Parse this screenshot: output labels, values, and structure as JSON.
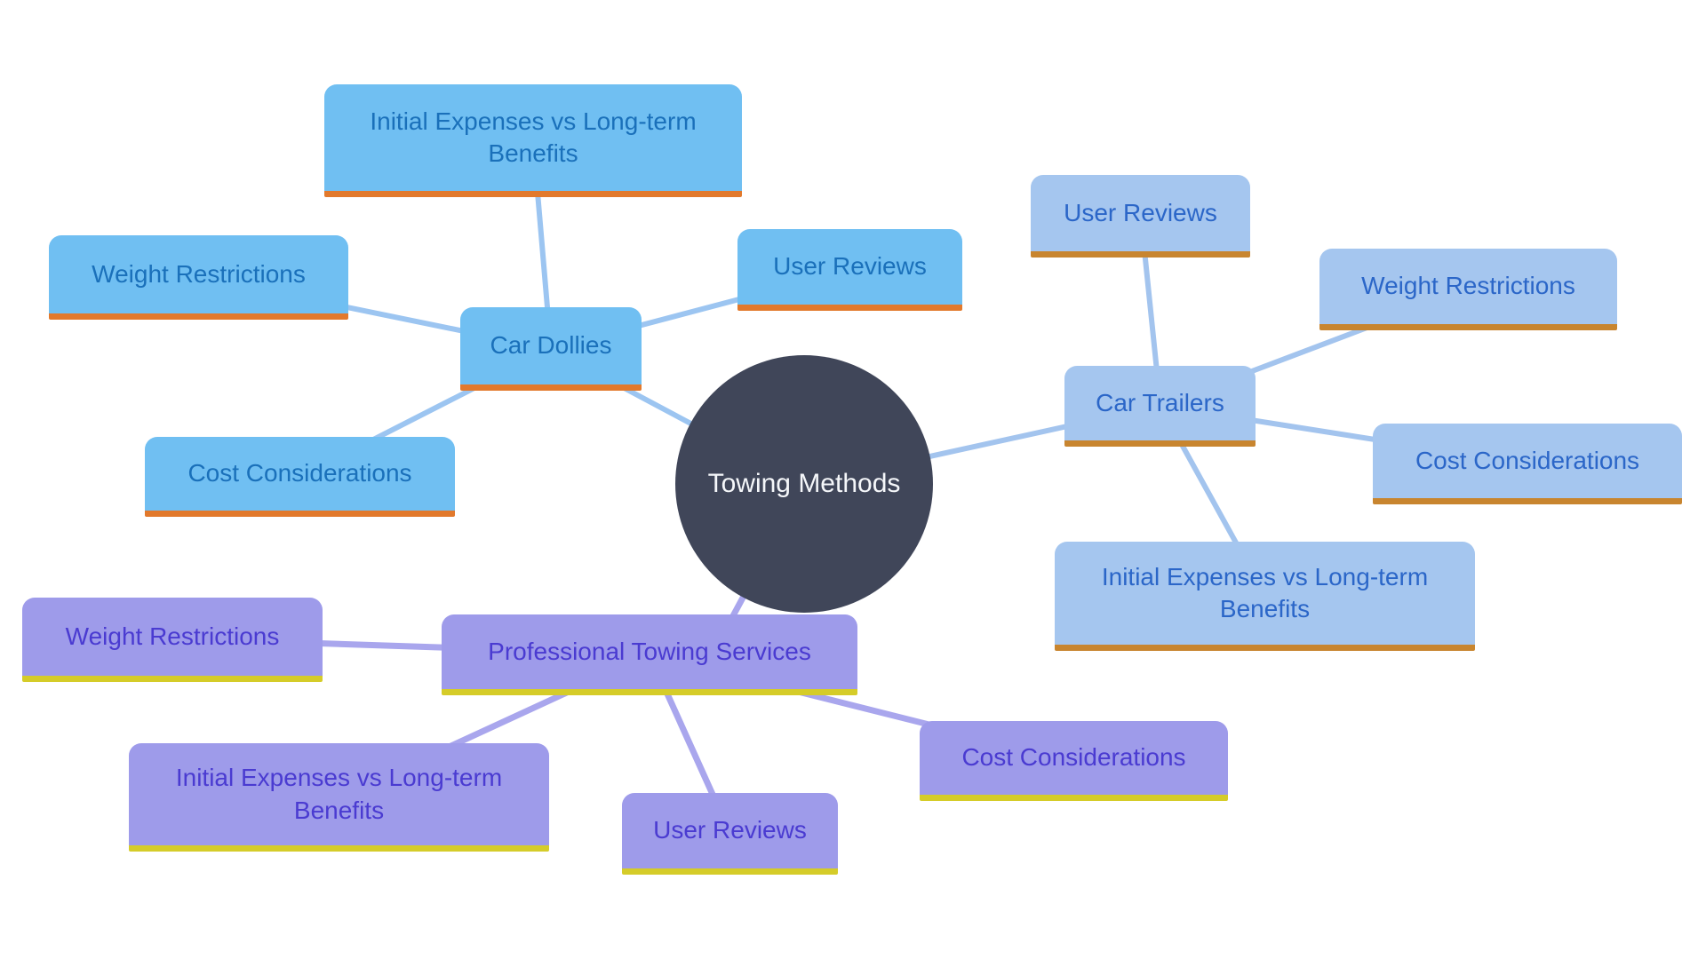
{
  "diagram": {
    "type": "mindmap",
    "root": {
      "label": "Towing Methods",
      "fill": "#404659",
      "text_color": "#f5f7fa"
    },
    "branches": [
      {
        "id": "car-dollies",
        "label": "Car Dollies",
        "node_fill": "#70bff2",
        "text_color": "#1a70ba",
        "underline_color": "#e2792c",
        "edge_color": "#9cc5f1",
        "children": [
          "Initial Expenses vs Long-term Benefits",
          "Weight Restrictions",
          "User Reviews",
          "Cost Considerations"
        ]
      },
      {
        "id": "car-trailers",
        "label": "Car Trailers",
        "node_fill": "#a5c6ef",
        "text_color": "#2b66c8",
        "underline_color": "#c8852f",
        "edge_color": "#a3c4ee",
        "children": [
          "User Reviews",
          "Weight Restrictions",
          "Cost Considerations",
          "Initial Expenses vs Long-term Benefits"
        ]
      },
      {
        "id": "professional-towing-services",
        "label": "Professional Towing Services",
        "node_fill": "#9e9bea",
        "text_color": "#4a3bd1",
        "underline_color": "#d5cc29",
        "edge_color": "#a9a6ed",
        "children": [
          "Weight Restrictions",
          "Initial Expenses vs Long-term Benefits",
          "User Reviews",
          "Cost Considerations"
        ]
      }
    ]
  }
}
